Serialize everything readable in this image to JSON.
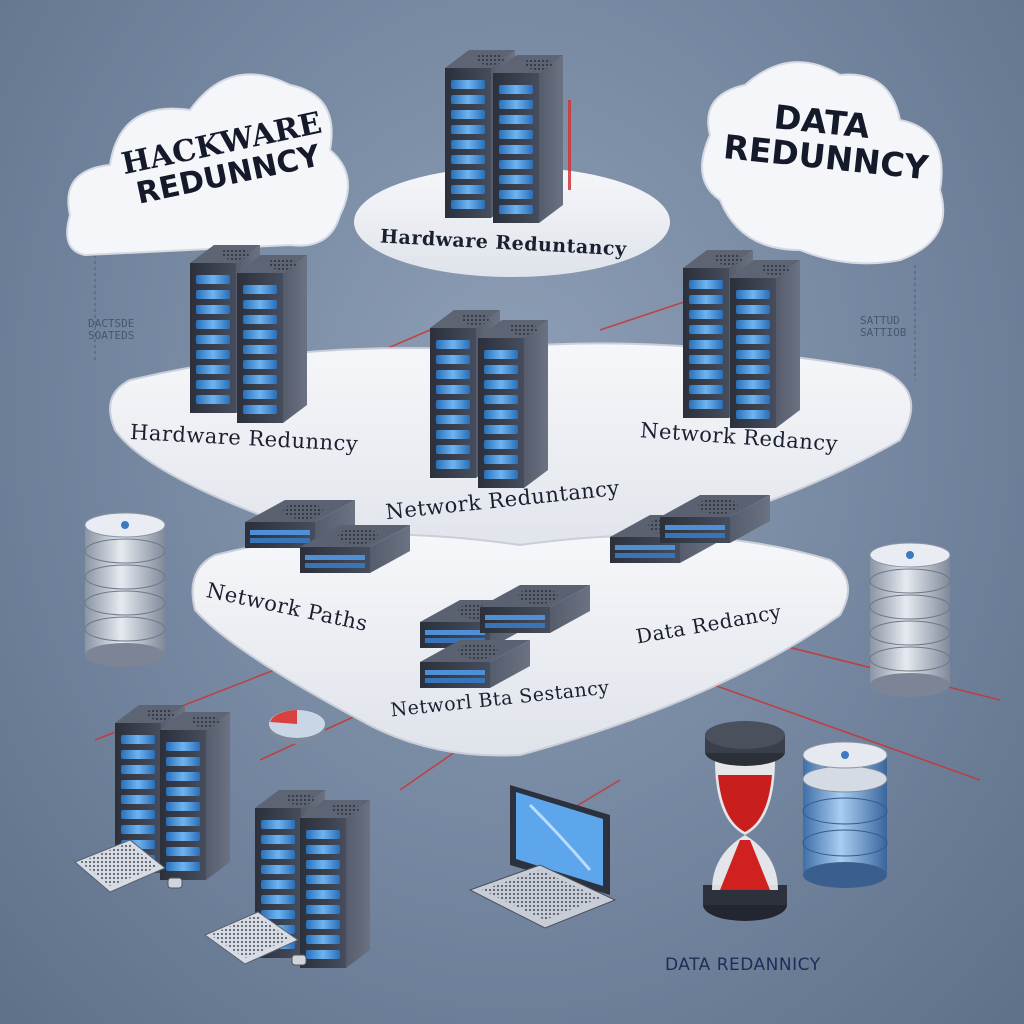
{
  "clouds": {
    "left": {
      "line1": "HACKWARE",
      "line2": "REDUNNCY"
    },
    "right": {
      "line1": "DATA",
      "line2": "REDUNNCY"
    }
  },
  "labels": {
    "top_platform": "Hardware Reduntancy",
    "mid_left": "Hardware Redunncy",
    "mid_center": "Network Reduntancy",
    "mid_right": "Network Redancy",
    "low_left": "Network Paths",
    "low_right": "Data Redancy",
    "low_center": "Networl Bta Sestancy",
    "bottom_right": "DATA REDANNICY"
  },
  "small_text": {
    "left": [
      "DACTSDE",
      "SOATEDS"
    ],
    "right": [
      "SATTUD",
      "SATTIOB"
    ]
  },
  "colors": {
    "background": "#74869f",
    "platform": "#f1f3f7",
    "server_body": "#3b414f",
    "drive_bay": "#4f8fd6",
    "accent_red": "#d62a2a",
    "cloud": "#f4f6fa"
  }
}
